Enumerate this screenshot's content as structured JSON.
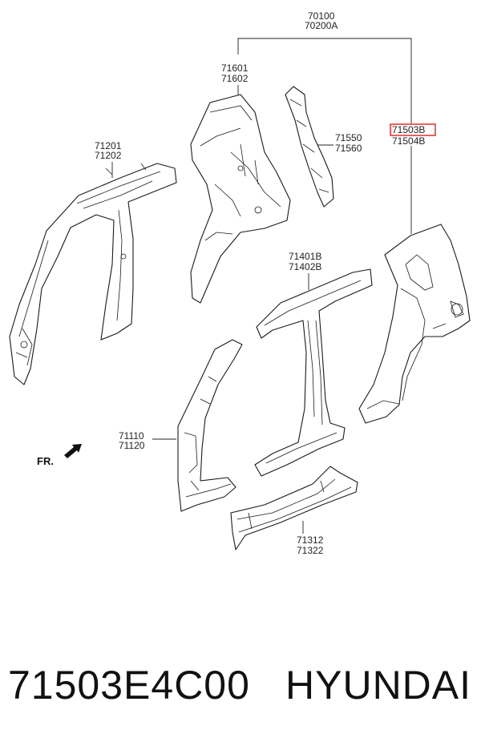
{
  "labels": {
    "assembly_top": [
      "70100",
      "70200A"
    ],
    "quarter_inner": [
      "71601",
      "71602"
    ],
    "quarter_reinforce": [
      "71550",
      "71560"
    ],
    "quarter_outer": [
      "71503B",
      "71504B"
    ],
    "front_pillar": [
      "71201",
      "71202"
    ],
    "center_pillar": [
      "71401B",
      "71402B"
    ],
    "front_lower": [
      "71110",
      "71120"
    ],
    "side_sill": [
      "71312",
      "71322"
    ],
    "direction": "FR."
  },
  "highlight_color": "#e0201c",
  "caption": {
    "part_number": "71503E4C00",
    "brand": "HYUNDAI"
  }
}
